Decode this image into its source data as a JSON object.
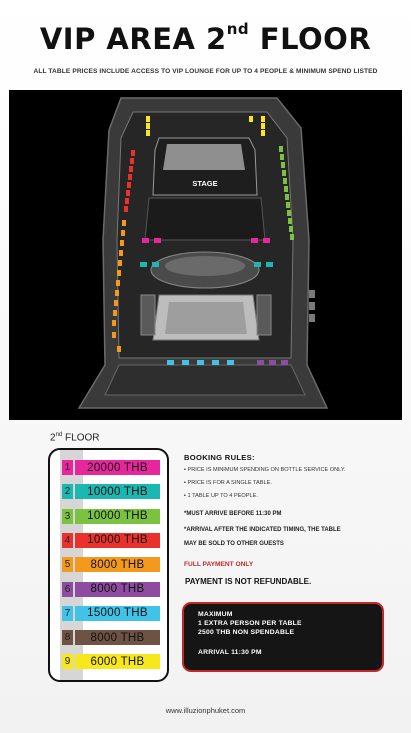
{
  "header": {
    "title_main": "VIP AREA 2",
    "title_sup": "nd",
    "title_end": " FLOOR",
    "subtitle": "ALL TABLE PRICES INCLUDE ACCESS TO VIP LOUNGE FOR UP TO 4 PEOPLE & MINIMUM SPEND LISTED"
  },
  "map": {
    "stage_label": "STAGE"
  },
  "floor": {
    "num": "2",
    "sup": "nd",
    "word": " FLOOR"
  },
  "legend": [
    {
      "num": "1",
      "price": "20000 THB",
      "color": "#e6269a"
    },
    {
      "num": "2",
      "price": "10000 THB",
      "color": "#1cb7b0"
    },
    {
      "num": "3",
      "price": "10000 THB",
      "color": "#7cc241"
    },
    {
      "num": "4",
      "price": "10000 THB",
      "color": "#e8322b"
    },
    {
      "num": "5",
      "price": "8000 THB",
      "color": "#f39a1e"
    },
    {
      "num": "6",
      "price": "8000 THB",
      "color": "#8e4ca0"
    },
    {
      "num": "7",
      "price": "15000 THB",
      "color": "#41c3e8"
    },
    {
      "num": "8",
      "price": "8000 THB",
      "color": "#6e5244"
    },
    {
      "num": "9",
      "price": "6000 THB",
      "color": "#f7e81e"
    }
  ],
  "rules": {
    "title": "BOOKING RULES:",
    "items": [
      "▪ PRICE IS MINIMUM SPENDING ON BOTTLE SERVICE ONLY.",
      "▪ PRICE IS FOR A SINGLE TABLE.",
      "▪ 1 TABLE UP TO 4 PEOPLE."
    ],
    "arrive": "*MUST ARRIVE BEFORE 11:30 PM",
    "arrival_after_1": "*ARRIVAL AFTER THE INDICATED TIMING, THE TABLE",
    "arrival_after_2": "MAY BE SOLD TO OTHER GUESTS",
    "full_payment": "FULL PAYMENT ONLY",
    "not_refundable": "PAYMENT IS NOT REFUNDABLE."
  },
  "maximum": {
    "line1": "MAXIMUM",
    "line2": "1 EXTRA PERSON PER TABLE",
    "line3": "2500 THB NON SPENDABLE",
    "line4": "ARRIVAL 11:30 PM"
  },
  "footer": {
    "website": "www.illuzionphuket.com"
  }
}
